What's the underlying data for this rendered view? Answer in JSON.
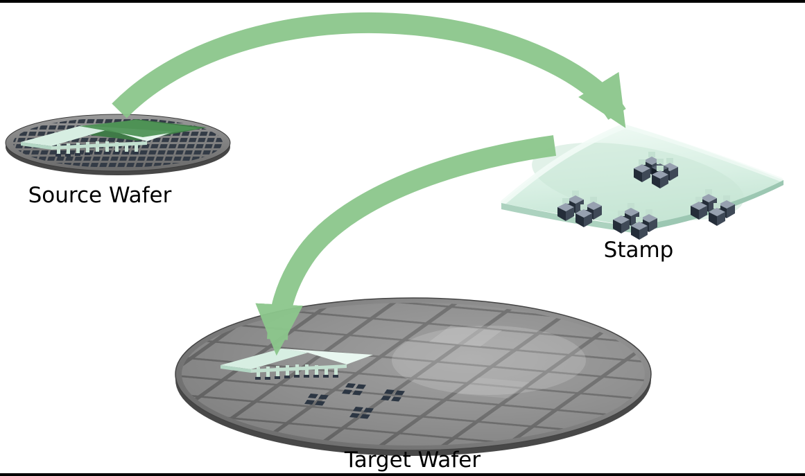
{
  "diagram": {
    "type": "process-flow-diagram",
    "nodes": [
      {
        "id": "source-wafer",
        "label": "Source Wafer"
      },
      {
        "id": "stamp",
        "label": "Stamp"
      },
      {
        "id": "target-wafer",
        "label": "Target Wafer"
      }
    ],
    "arrows": [
      {
        "from": "source-wafer",
        "to": "stamp"
      },
      {
        "from": "stamp",
        "to": "target-wafer"
      }
    ],
    "colors": {
      "arrow": "#8cc78c",
      "stamp_material": "#ddf1e7",
      "wafer_gray": "#7d7d7d",
      "chip_dark": "#2e3744",
      "pick_film_green": "#47874f",
      "background": "#ffffff",
      "frame": "#000000"
    }
  }
}
